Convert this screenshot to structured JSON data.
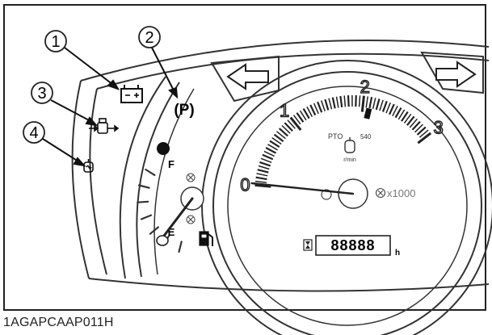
{
  "figure": {
    "caption": "1AGAPCAAP011H",
    "callouts": [
      {
        "number": "1",
        "target": "battery-icon"
      },
      {
        "number": "2",
        "target": "parking-brake-icon"
      },
      {
        "number": "3",
        "target": "oil-pressure-icon"
      },
      {
        "number": "4",
        "target": "glow-plug-icon"
      }
    ],
    "parking_brake_symbol": "(P)",
    "fuel_gauge": {
      "full_label": "F",
      "empty_label": "E",
      "level": 0.0
    },
    "tachometer": {
      "scale_labels": [
        "0",
        "1",
        "2",
        "3"
      ],
      "multiplier": "x1000",
      "pto_label": "PTO",
      "pto_value": "540",
      "pto_unit": "r/min",
      "needle_value": 0.02,
      "max_value": 3
    },
    "hour_meter": {
      "digits": "88888",
      "unit": "h"
    },
    "icons": {
      "battery": "battery-icon",
      "parking_brake": "parking-brake-icon",
      "oil_pressure": "oil-pressure-icon",
      "glow_plug": "glow-plug-icon",
      "left_turn": "left-turn-arrow-icon",
      "right_turn": "right-turn-arrow-icon",
      "fuel": "fuel-pump-icon"
    }
  }
}
